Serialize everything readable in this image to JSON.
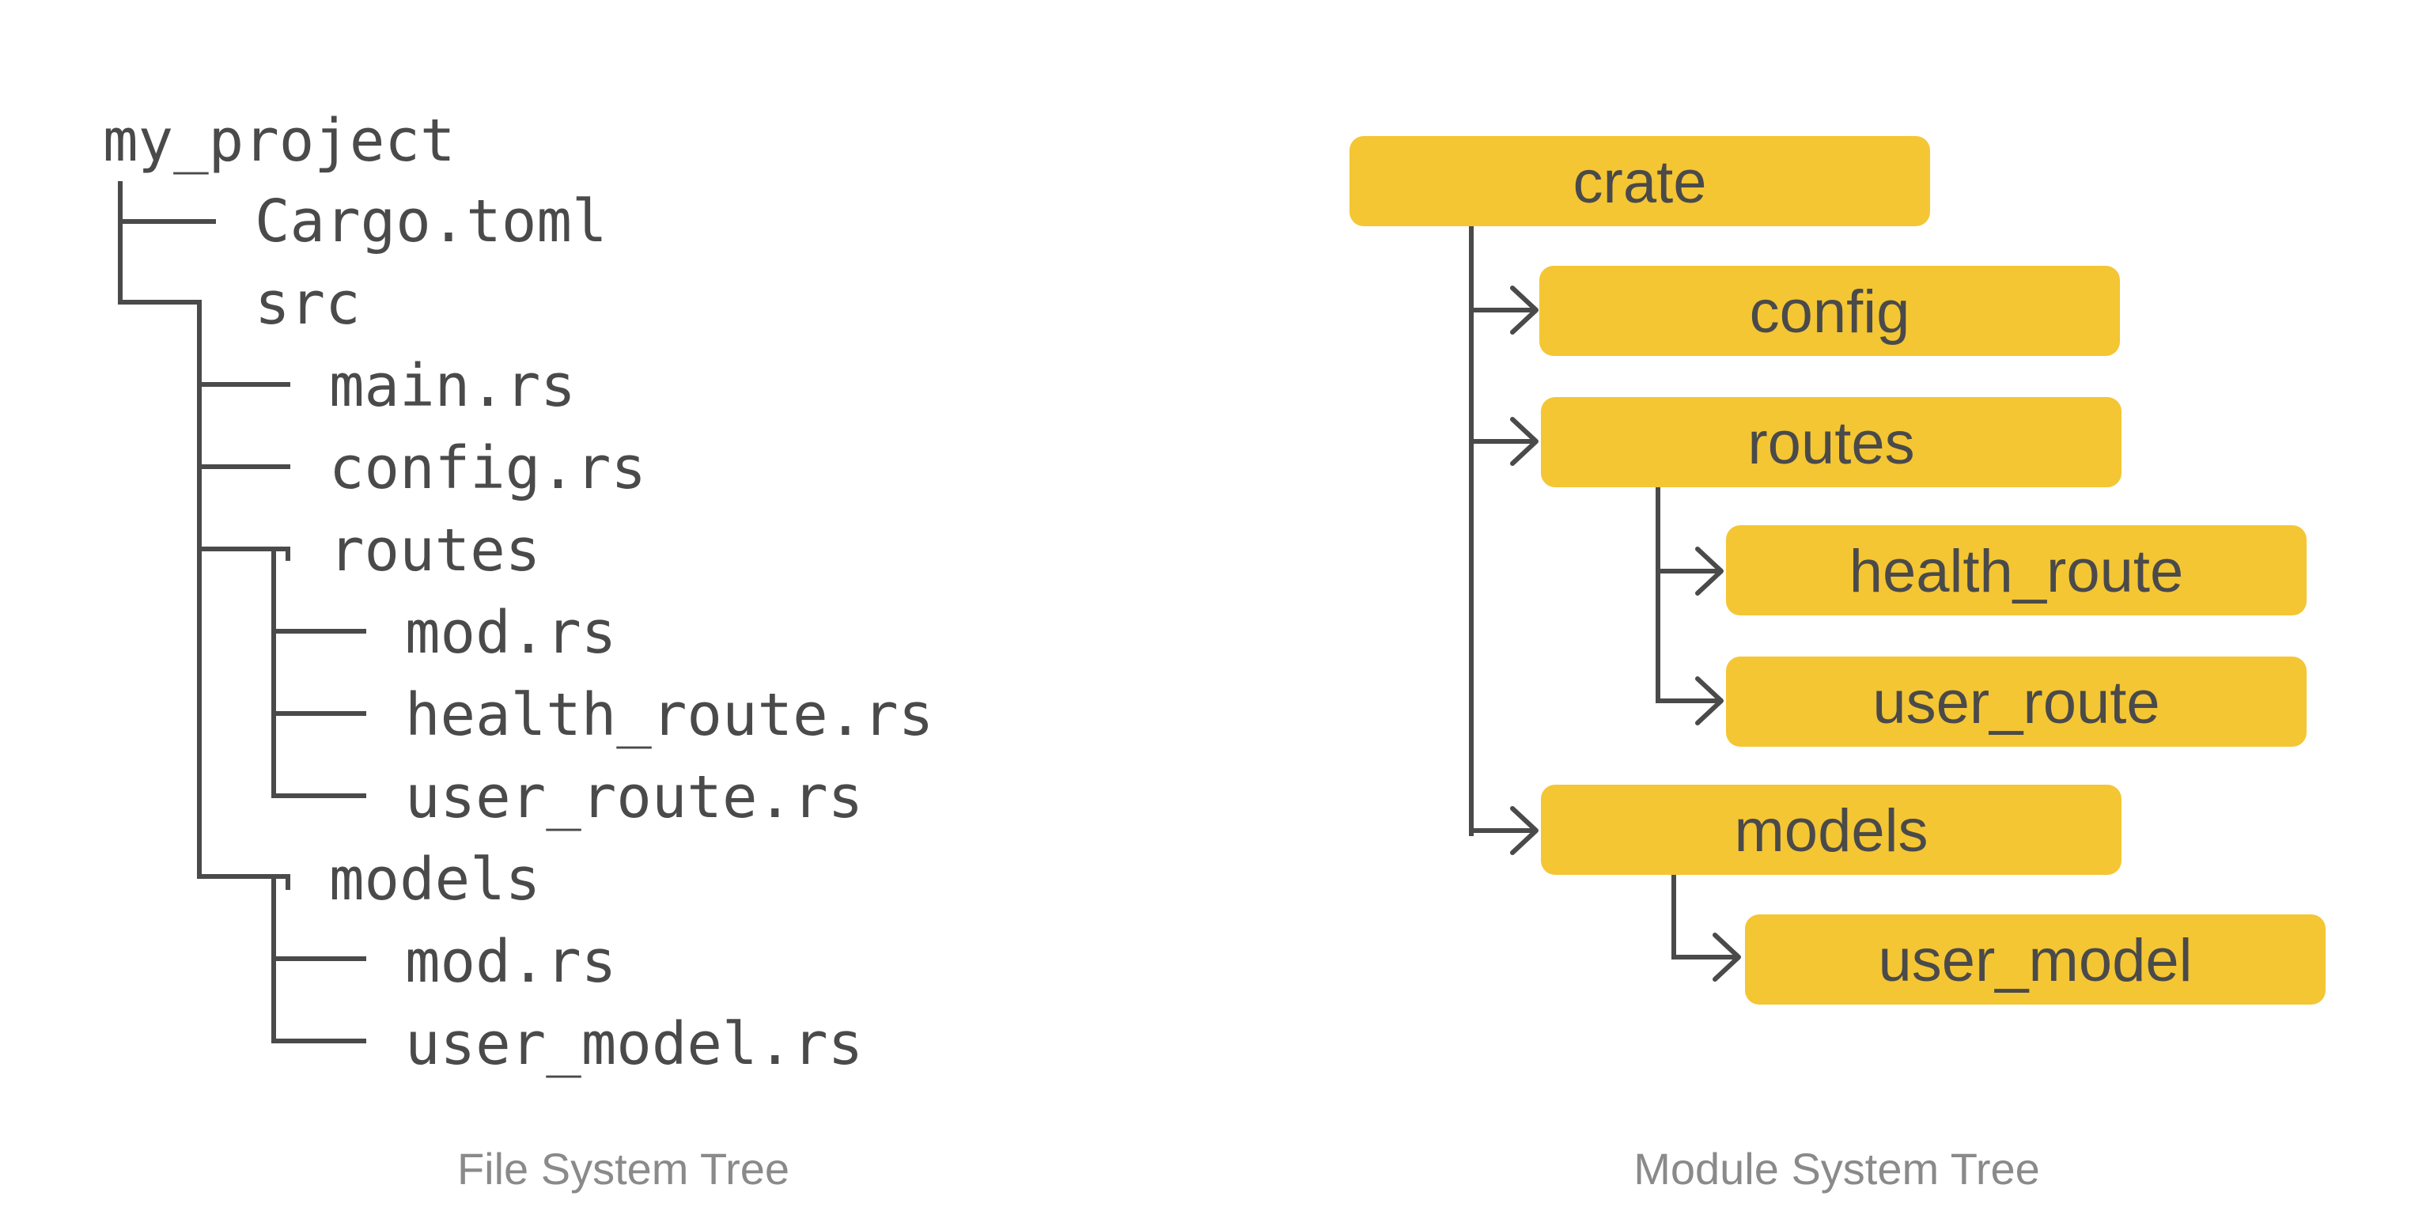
{
  "file_system_tree": {
    "caption": "File System Tree",
    "root": "my_project",
    "entries": {
      "cargo_toml": "Cargo.toml",
      "src": "src",
      "main_rs": "main.rs",
      "config_rs": "config.rs",
      "routes": "routes",
      "routes_mod_rs": "mod.rs",
      "health_route_rs": "health_route.rs",
      "user_route_rs": "user_route.rs",
      "models": "models",
      "models_mod_rs": "mod.rs",
      "user_model_rs": "user_model.rs"
    }
  },
  "module_system_tree": {
    "caption": "Module System Tree",
    "modules": {
      "crate": "crate",
      "config": "config",
      "routes": "routes",
      "health_route": "health_route",
      "user_route": "user_route",
      "models": "models",
      "user_model": "user_model"
    },
    "box_color": "#f4c634",
    "line_color": "#4a4a4a"
  }
}
